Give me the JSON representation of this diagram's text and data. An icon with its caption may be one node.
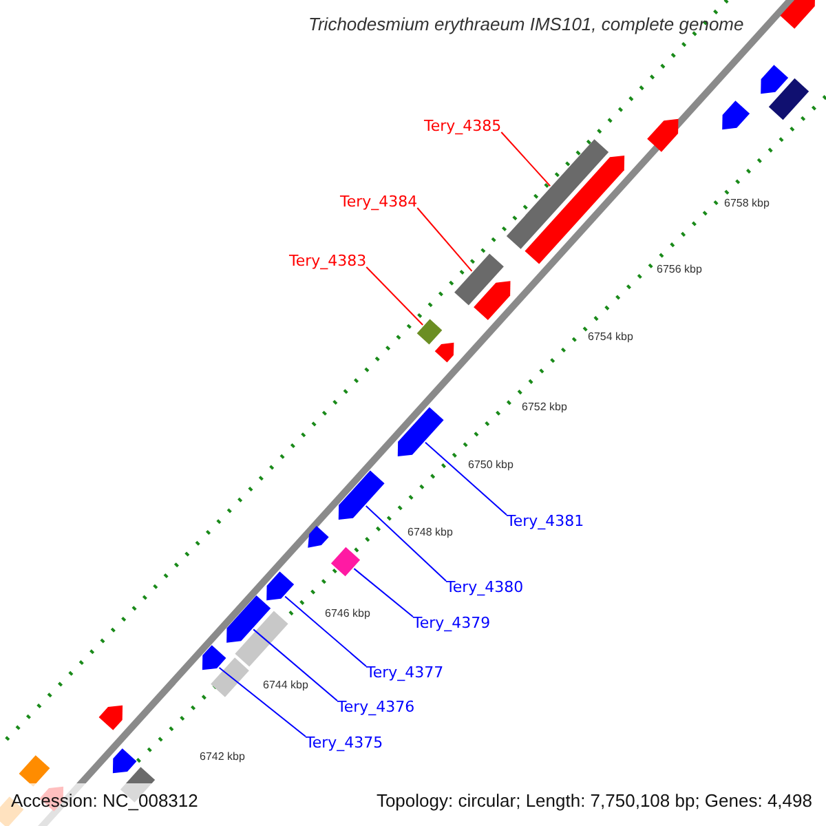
{
  "diagram": {
    "title": "Trichodesmium erythraeum IMS101, complete genome",
    "nodes": [
      {
        "text": [
          "Tery_4385"
        ]
      },
      {
        "text": [],
        "shape": "box"
      },
      {
        "text": [
          "Tery_4384"
        ]
      },
      {
        "text": [],
        "shape": "box"
      },
      {
        "text": [
          "Tery_4383"
        ]
      },
      {
        "text": [],
        "shape": "box"
      },
      {
        "text": [
          "Tery_4381"
        ]
      },
      {
        "text": [],
        "shape": "arrow"
      },
      {
        "text": [
          "Tery_4380"
        ]
      },
      {
        "text": [],
        "shape": "arrow"
      },
      {
        "text": [
          "Tery_4379"
        ]
      },
      {
        "text": [],
        "shape": "box"
      },
      {
        "text": [
          "Tery_4377"
        ]
      },
      {
        "text": [],
        "shape": "arrow"
      },
      {
        "text": [
          "Tery_4376"
        ]
      },
      {
        "text": [],
        "shape": "arrow"
      },
      {
        "text": [
          "Tery_4375"
        ]
      },
      {
        "text": [],
        "shape": "arrow"
      },
      {
        "text": [],
        "shape": "arrow"
      },
      {
        "text": [],
        "shape": "arrow"
      },
      {
        "text": [],
        "shape": "box"
      },
      {
        "text": [],
        "shape": "arrow"
      },
      {
        "text": [],
        "shape": "arrow"
      },
      {
        "text": [],
        "shape": "arrow"
      },
      {
        "text": [],
        "shape": "arrow"
      },
      {
        "text": [],
        "shape": "arrow"
      },
      {
        "text": [],
        "shape": "arrow"
      },
      {
        "text": [],
        "shape": "box"
      },
      {
        "text": [],
        "shape": "box"
      },
      {
        "text": [],
        "shape": "arrow"
      },
      {
        "text": [],
        "shape": "box"
      },
      {
        "text": [],
        "shape": "arrow"
      },
      {
        "text": [],
        "shape": "box"
      },
      {
        "text": [],
        "shape": "arrow"
      },
      {
        "text": [],
        "shape": "box"
      }
    ],
    "edges": [
      {
        "from": 0,
        "to": 1,
        "arrow": "none",
        "color": "#ff0000"
      },
      {
        "from": 2,
        "to": 3,
        "arrow": "none",
        "color": "#ff0000"
      },
      {
        "from": 4,
        "to": 5,
        "arrow": "none",
        "color": "#ff0000"
      },
      {
        "from": 6,
        "to": 7,
        "arrow": "none"
      },
      {
        "from": 8,
        "to": 9,
        "arrow": "none"
      },
      {
        "from": 10,
        "to": 11,
        "arrow": "none"
      },
      {
        "from": 12,
        "to": 13,
        "arrow": "none"
      },
      {
        "from": 14,
        "to": 15,
        "arrow": "none"
      },
      {
        "from": 16,
        "to": 17,
        "arrow": "none"
      }
    ],
    "labels": [
      "6758 kbp",
      "6756 kbp",
      "6754 kbp",
      "6752 kbp",
      "6750 kbp",
      "6748 kbp",
      "6746 kbp",
      "6744 kbp",
      "6742 kbp",
      "Accession: NC_008312",
      "Topology: circular; Length: 7,750,108 bp; Genes: 4,498"
    ]
  }
}
